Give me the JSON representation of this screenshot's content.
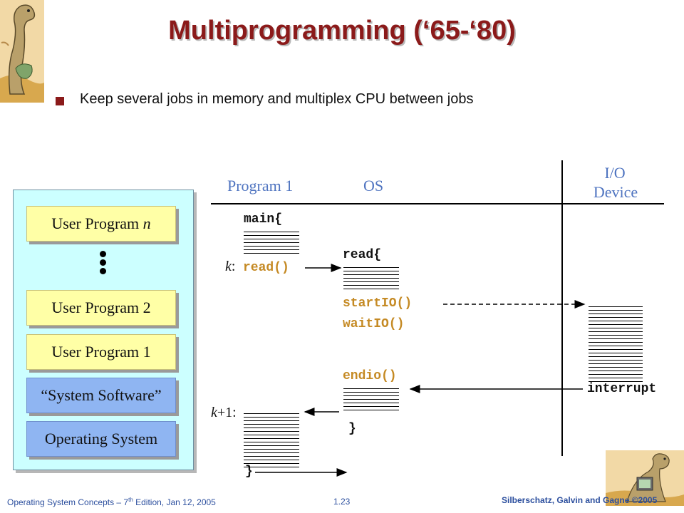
{
  "slide": {
    "title": "Multiprogramming (‘65-‘80)",
    "bullet": "Keep several jobs in memory and multiplex CPU between jobs"
  },
  "memory": {
    "user_program_n_prefix": "User Program ",
    "user_program_n_var": "n",
    "user_program_2": "User Program 2",
    "user_program_1": "User Program 1",
    "system_software": "“System Software”",
    "operating_system": "Operating System"
  },
  "diagram": {
    "program1_header": "Program 1",
    "os_header": "OS",
    "io_header_line1": "I/O",
    "io_header_line2": "Device",
    "main_open": "main{",
    "k_label": "k",
    "k_colon": ":",
    "read_call": "read()",
    "read_open": "read{",
    "startio": "startIO()",
    "waitio": "waitIO()",
    "endio": "endio()",
    "os_close": "}",
    "interrupt": "interrupt",
    "k1_label_k": "k",
    "k1_label_rest": "+1:",
    "prog_close": "}"
  },
  "footer": {
    "left_prefix": "Operating System Concepts – 7",
    "left_sup": "th",
    "left_suffix": " Edition, Jan 12, 2005",
    "page": "1.23",
    "right": "Silberschatz, Galvin and Gagne ©2005"
  },
  "colors": {
    "title": "#8b1a1a",
    "header_blue": "#4f74c0",
    "code_orange": "#c58a24",
    "memory_bg": "#ccffff",
    "box_yellow": "#ffffa6",
    "box_blue": "#8fb5f2",
    "footer_blue": "#2c4f9e"
  }
}
